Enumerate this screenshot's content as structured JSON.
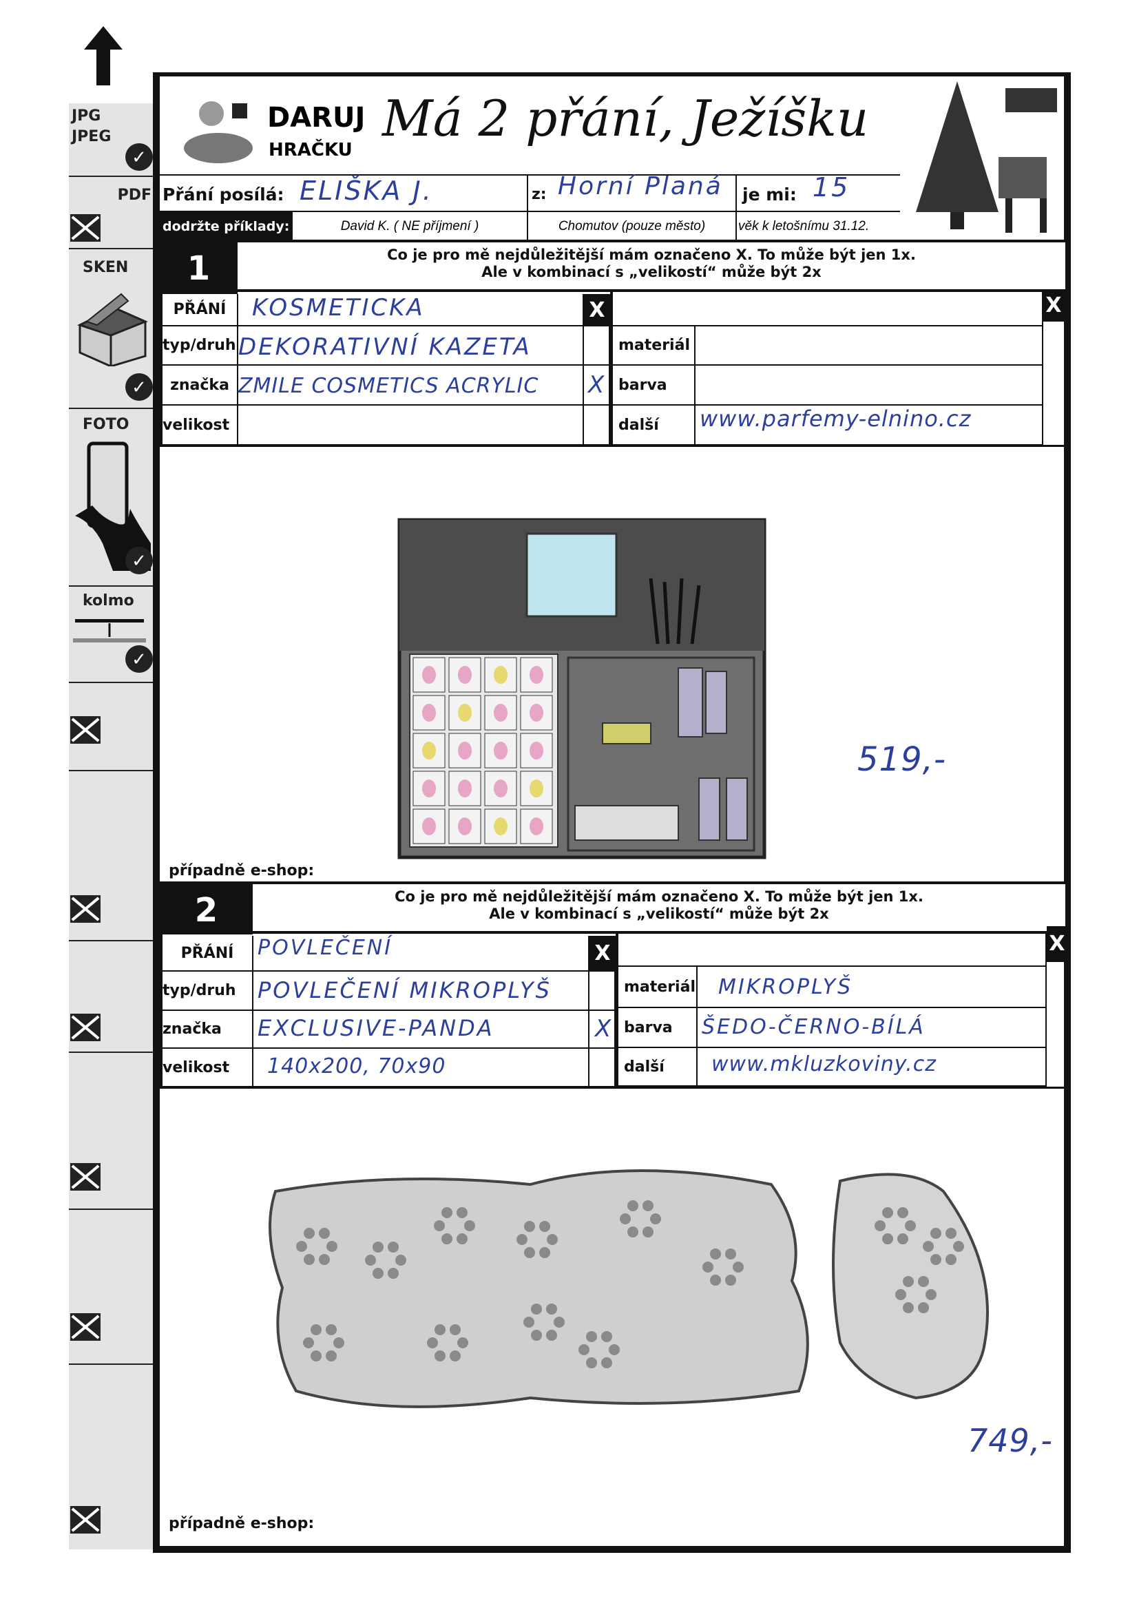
{
  "sidebar": {
    "arrow_icon": "up-arrow-icon",
    "items": [
      {
        "label": "JPG\nJPEG",
        "line1": "JPG",
        "line2": "JPEG",
        "status": "check"
      },
      {
        "label": "PDF",
        "status": "x"
      },
      {
        "label": "SKEN",
        "status": "check"
      },
      {
        "label": "FOTO",
        "status": "check"
      },
      {
        "label": "kolmo",
        "status": "check"
      },
      {
        "label": "",
        "status": "x"
      },
      {
        "label": "",
        "status": "x"
      },
      {
        "label": "",
        "status": "x"
      },
      {
        "label": "",
        "status": "x"
      },
      {
        "label": "",
        "status": "x"
      },
      {
        "label": "",
        "status": "x"
      }
    ]
  },
  "header": {
    "logo_top": "DARUJ",
    "logo_bottom": "HRAČKU",
    "title": "Má 2 přání, Ježíšku"
  },
  "sender": {
    "label": "Přání posílá:",
    "name": "ELIŠKA J.",
    "from_label": "z:",
    "from": "Horní Planá",
    "age_label": "je mi:",
    "age": "15",
    "examples_label": "dodržte příklady:",
    "example_name": "David K. ( NE příjmení )",
    "example_city": "Chomutov  (pouze město)",
    "example_age": "věk k letošnímu 31.12."
  },
  "wishes": [
    {
      "number": "1",
      "instruction_1": "Co je pro mě nejdůležitější mám označeno X.  To může být jen 1x.",
      "instruction_2": "Ale v kombinací s „velikostí“ může být 2x",
      "labels": {
        "wish": "PŘÁNÍ",
        "type": "typ/druh",
        "brand": "značka",
        "size": "velikost",
        "material": "materiál",
        "color": "barva",
        "other": "další",
        "x": "X"
      },
      "wish": "KOSMETICKA",
      "type": "DEKORATIVNÍ KAZETA",
      "brand": "ZMILE COSMETICS ACRYLIC",
      "brand_mark": "X",
      "size": "",
      "material": "",
      "color": "",
      "other": "www.parfemy-elnino.cz",
      "price": "519,-",
      "eshop_label": "případně e-shop:"
    },
    {
      "number": "2",
      "instruction_1": "Co je pro mě nejdůležitější mám označeno X.  To může být jen 1x.",
      "instruction_2": "Ale v kombinací s „velikostí“ může být 2x",
      "labels": {
        "wish": "PŘÁNÍ",
        "type": "typ/druh",
        "brand": "značka",
        "size": "velikost",
        "material": "materiál",
        "color": "barva",
        "other": "další",
        "x": "X"
      },
      "wish": "POVLEČENÍ",
      "type": "POVLEČENÍ MIKROPLYŠ",
      "brand": "EXCLUSIVE-PANDA",
      "brand_mark": "X",
      "size": "140x200, 70x90",
      "material": "MIKROPLYŠ",
      "color": "ŠEDO-ČERNO-BÍLÁ",
      "other": "www.mkluzkoviny.cz",
      "price": "749,-",
      "eshop_label": "případně e-shop:"
    }
  ],
  "colors": {
    "ink": "#2c3f9c",
    "frame": "#111111",
    "sidebar": "#e4e4e4"
  }
}
